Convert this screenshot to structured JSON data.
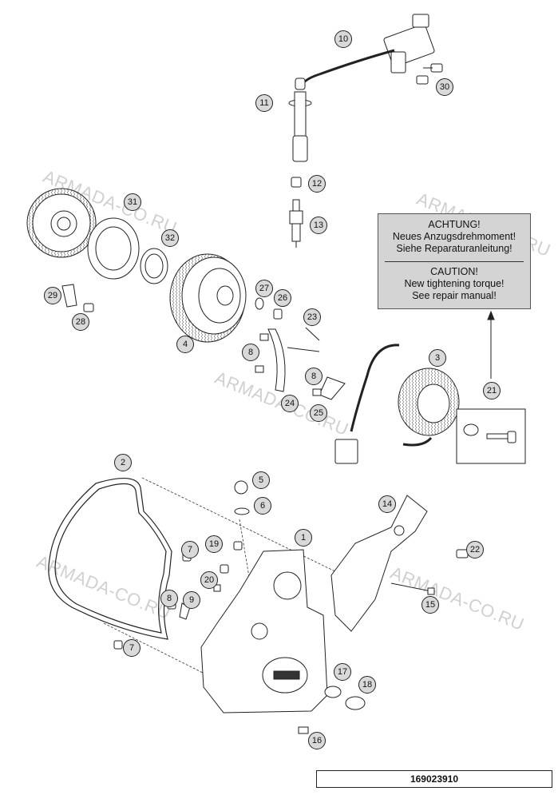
{
  "watermark": "ARMADA-CO.RU",
  "warning_box": {
    "de_lines": [
      "ACHTUNG!",
      "Neues Anzugsdrehmoment!",
      "Siehe Reparaturanleitung!"
    ],
    "en_lines": [
      "CAUTION!",
      "New tightening torque!",
      "See repair manual!"
    ]
  },
  "diagram_number": "169023910",
  "callouts": [
    "1",
    "2",
    "3",
    "4",
    "5",
    "6",
    "7",
    "7",
    "8",
    "8",
    "8",
    "9",
    "10",
    "11",
    "12",
    "13",
    "14",
    "15",
    "16",
    "17",
    "18",
    "19",
    "20",
    "21",
    "22",
    "23",
    "24",
    "25",
    "26",
    "27",
    "28",
    "29",
    "30",
    "31",
    "32"
  ],
  "colors": {
    "callout_fill": "#d9d9d9",
    "warning_fill": "#d4d4d4",
    "line": "#222222"
  }
}
